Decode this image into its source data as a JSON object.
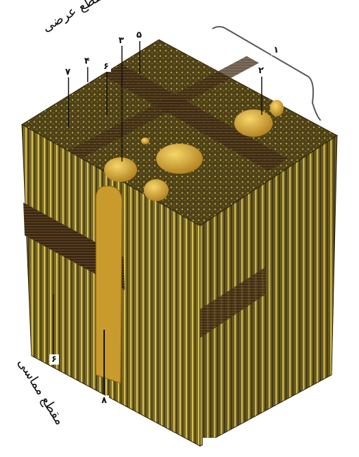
{
  "titles": {
    "cross_section": "مقطع عرضی",
    "tangential_section": "مقطع مماسی"
  },
  "labels": {
    "n1": "۱",
    "n2": "۲",
    "n3": "۳",
    "n4": "۴",
    "n5": "۵",
    "n6_top": "۶",
    "n6_bottom": "۶",
    "n7": "۷",
    "n8": "۸"
  },
  "colors": {
    "top_face": "#5a4a1c",
    "left_face": "#8a7a2a",
    "right_face": "#6e5e22",
    "vessel": "#e0b23a",
    "ray": "#3e2a16"
  }
}
